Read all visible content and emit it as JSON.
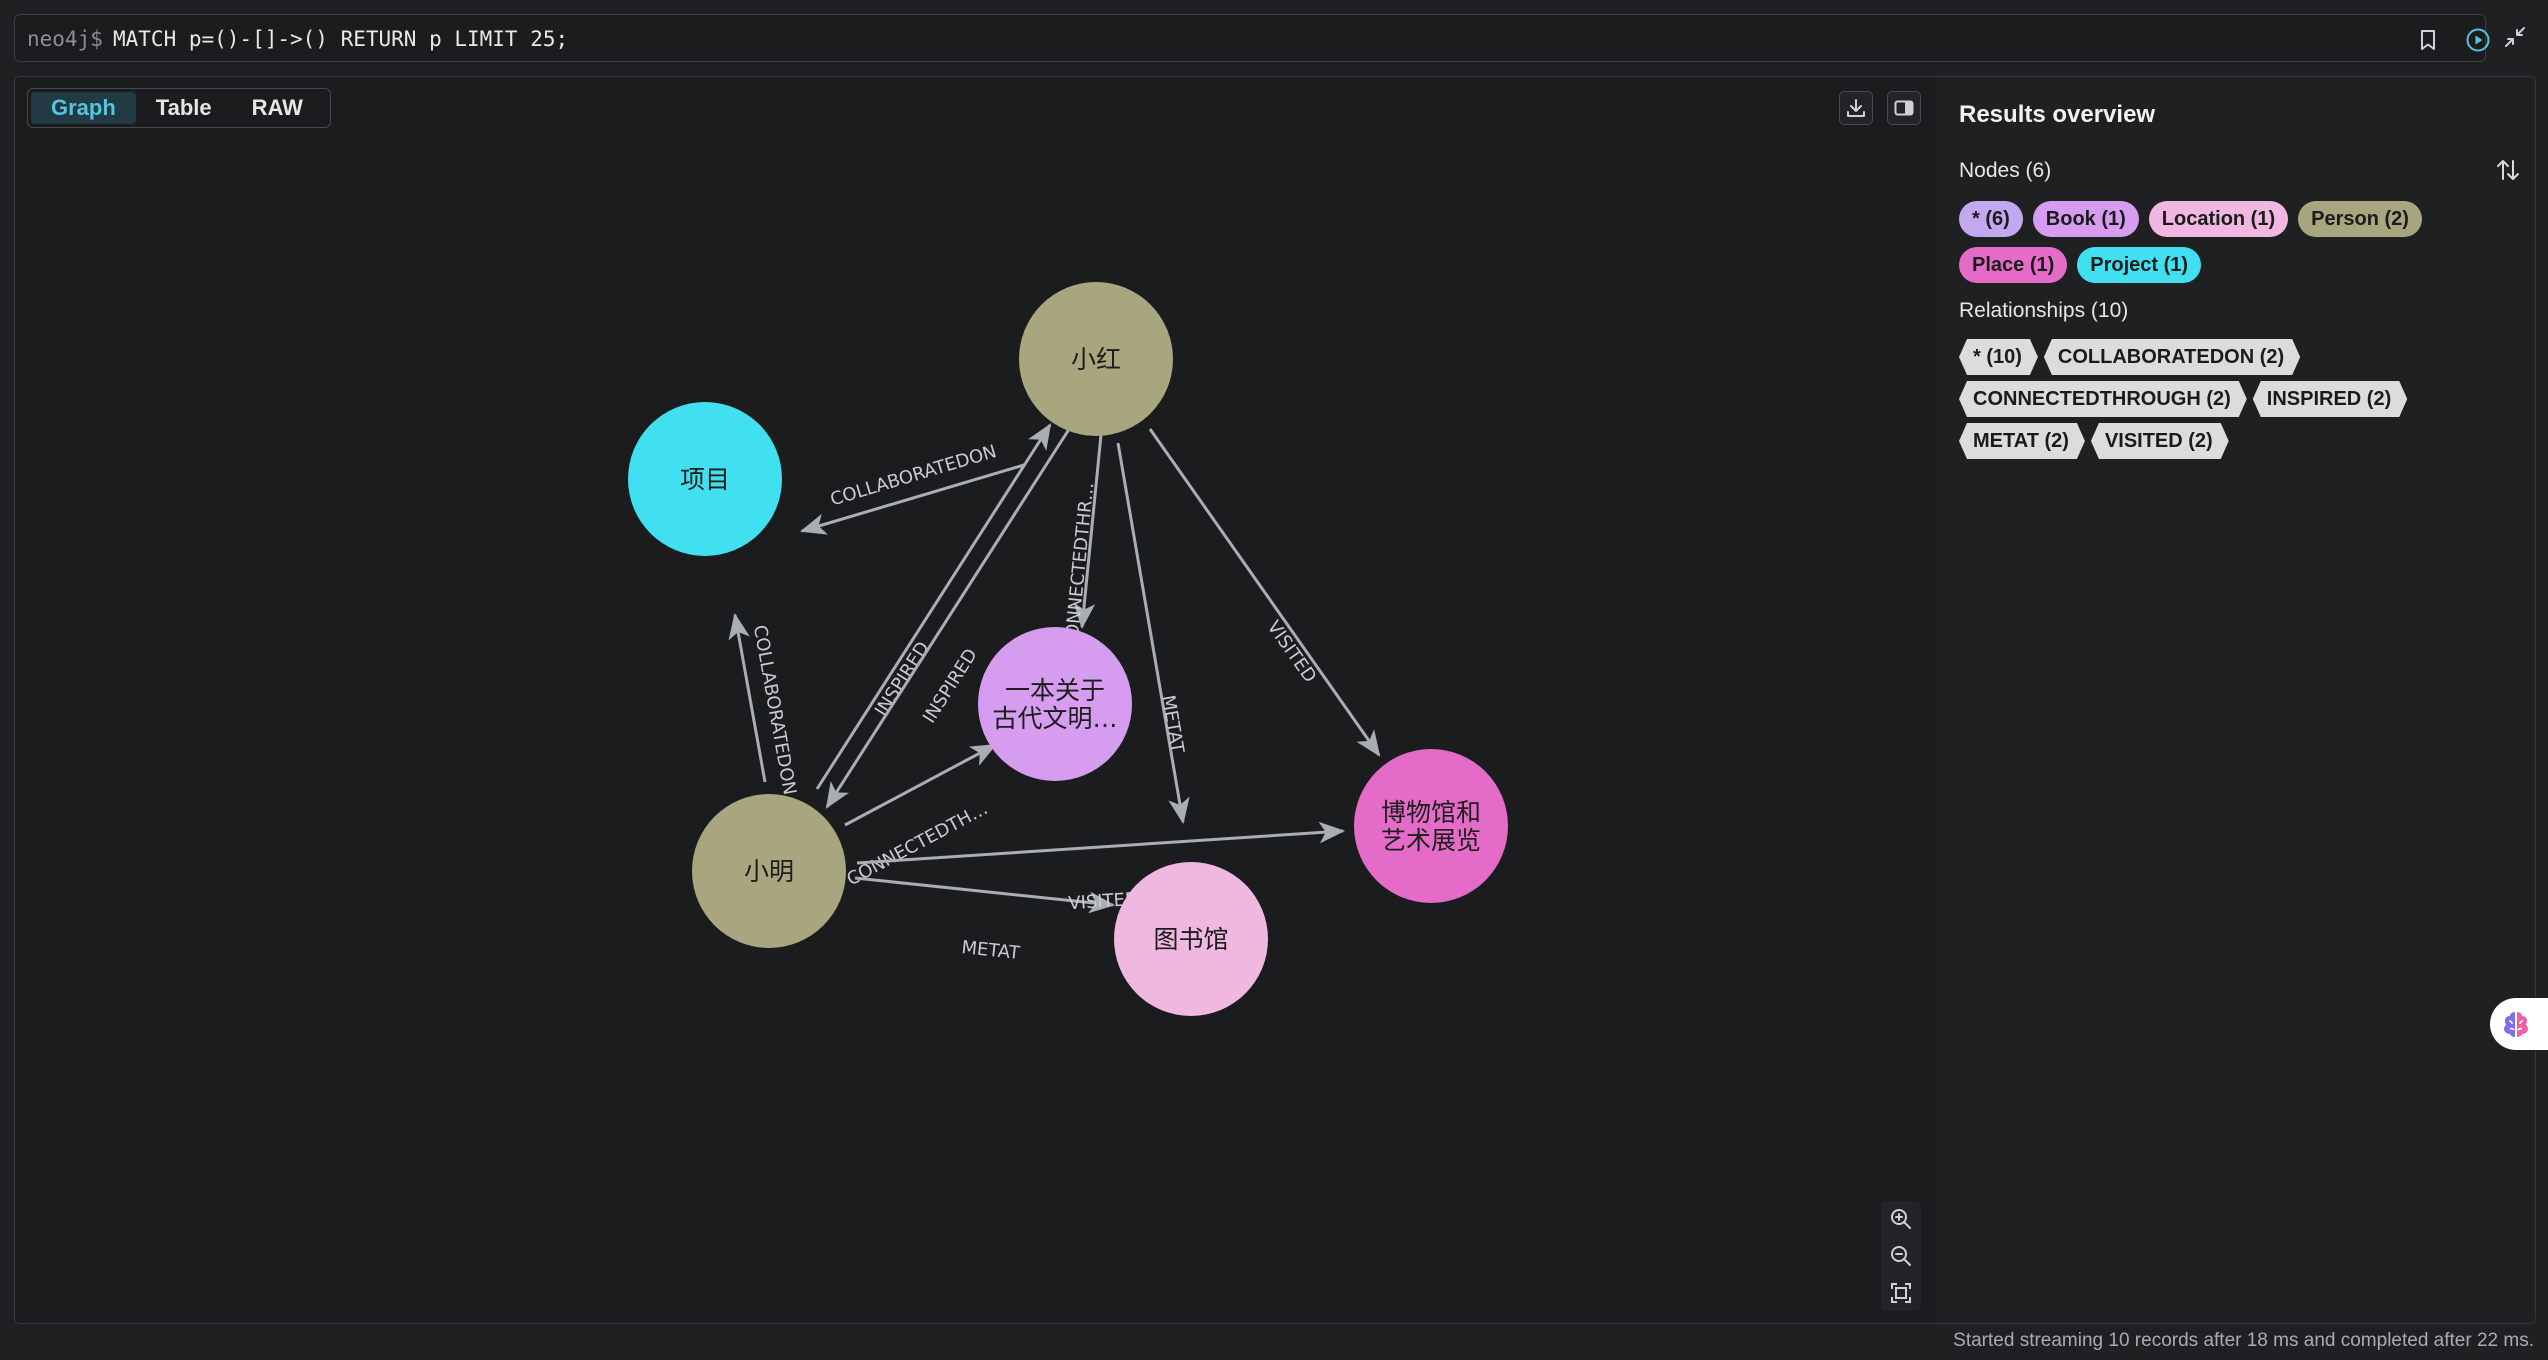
{
  "query": {
    "prompt": "neo4j$",
    "text": "MATCH p=()-[]->() RETURN p LIMIT 25;"
  },
  "view_tabs": [
    "Graph",
    "Table",
    "RAW"
  ],
  "active_tab": "Graph",
  "graph": {
    "nodes": [
      {
        "label": "小红",
        "type": "Person",
        "color": "#a8a67f"
      },
      {
        "label": "项目",
        "type": "Project",
        "color": "#40e0f0"
      },
      {
        "label": "一本关于\n古代文明…",
        "type": "Book",
        "color": "#d59cf0"
      },
      {
        "label": "小明",
        "type": "Person",
        "color": "#a8a67f"
      },
      {
        "label": "图书馆",
        "type": "Location",
        "color": "#f0b8e0"
      },
      {
        "label": "博物馆和\n艺术展览",
        "type": "Place",
        "color": "#e46cc8"
      }
    ],
    "relationships": [
      {
        "type": "COLLABORATEDON",
        "from": "小红",
        "to": "项目"
      },
      {
        "type": "COLLABORATEDON",
        "from": "小明",
        "to": "项目"
      },
      {
        "type": "INSPIRED",
        "from": "小明",
        "to": "小红"
      },
      {
        "type": "INSPIRED",
        "from": "小红",
        "to": "小明"
      },
      {
        "type": "CONNECTEDTHR…",
        "from": "小红",
        "to": "一本关于古代文明…"
      },
      {
        "type": "CONNECTEDTH…",
        "from": "小明",
        "to": "一本关于古代文明…"
      },
      {
        "type": "METAT",
        "from": "小红",
        "to": "图书馆"
      },
      {
        "type": "METAT",
        "from": "小明",
        "to": "图书馆"
      },
      {
        "type": "VISITED",
        "from": "小红",
        "to": "博物馆和艺术展览"
      },
      {
        "type": "VISITED",
        "from": "小明",
        "to": "博物馆和艺术展览"
      }
    ]
  },
  "results": {
    "title": "Results overview",
    "nodes_heading": "Nodes (6)",
    "node_chips": [
      {
        "label": "* (6)",
        "color": "#c2a8ee"
      },
      {
        "label": "Book (1)",
        "color": "#d59cf0"
      },
      {
        "label": "Location (1)",
        "color": "#f0b8e0"
      },
      {
        "label": "Person (2)",
        "color": "#a8a67f"
      },
      {
        "label": "Place (1)",
        "color": "#e46cc8"
      },
      {
        "label": "Project (1)",
        "color": "#40e0f0"
      }
    ],
    "relationships_heading": "Relationships (10)",
    "rel_chips": [
      "* (10)",
      "COLLABORATEDON (2)",
      "CONNECTEDTHROUGH (2)",
      "INSPIRED (2)",
      "METAT (2)",
      "VISITED (2)"
    ]
  },
  "status": "Started streaming 10 records after 18 ms and completed after 22 ms.",
  "icons": [
    "bookmark-icon",
    "run-icon",
    "collapse-icon",
    "download-icon",
    "toggle-panel-icon",
    "zoom-in-icon",
    "zoom-out-icon",
    "fit-view-icon",
    "sort-icon",
    "brain-icon"
  ]
}
